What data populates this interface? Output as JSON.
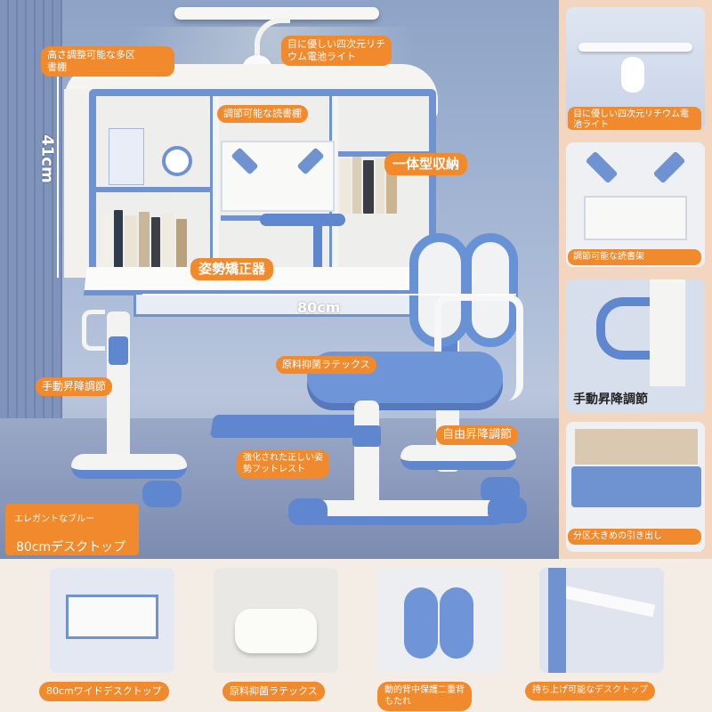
{
  "hero": {
    "labels": {
      "shelf_height": "高さ調整可能な多区\n書棚",
      "lamp": "目に優しい四次元リチ\nウム電池ライト",
      "reading_stand": "調節可能な読書棚",
      "integrated_storage": "一体型収納",
      "posture_corrector": "姿勢矯正器",
      "manual_lift": "手動昇降調節",
      "latex": "原料抑菌ラテックス",
      "free_lift": "自由昇降調節",
      "footrest": "強化された正しい姿\n勢フットレスト"
    },
    "dimensions": {
      "height": "41cm",
      "width": "80cm"
    },
    "promo": {
      "small": "エレガントなブルー",
      "big": "80cmデスクトップ"
    }
  },
  "right_column": [
    {
      "label": "目に優しい四次元リチウム電池ライト"
    },
    {
      "label": "調節可能な読書架"
    },
    {
      "label": "手動昇降調節"
    },
    {
      "label": "分区大きめの引き出し"
    }
  ],
  "bottom_row": [
    {
      "label": "80cmワイドデスクトップ"
    },
    {
      "label": "原料抑菌ラテックス"
    },
    {
      "label": "動的背中保護二重背\nもたれ"
    },
    {
      "label": "持ち上げ可能なデスクトップ"
    }
  ],
  "colors": {
    "accent": "#f08a2c",
    "brand_blue": "#6f92d0",
    "panel": "#f3d6bf"
  }
}
